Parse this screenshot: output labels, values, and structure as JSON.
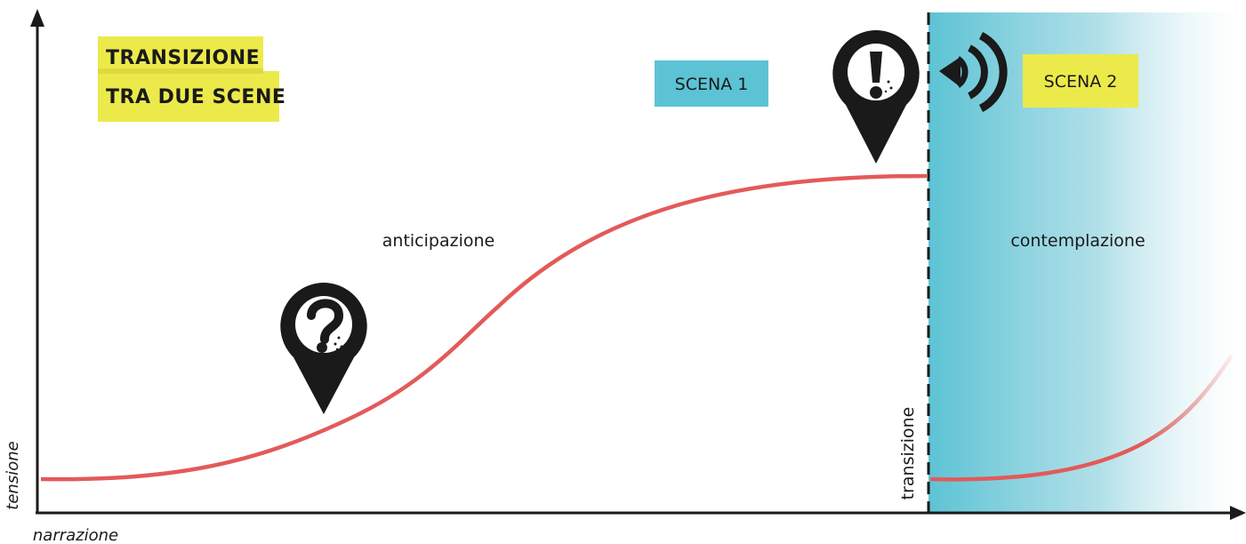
{
  "title": {
    "line1": "TRANSIZIONE",
    "line2": "TRA DUE SCENE",
    "highlight_color": "#ecea4a"
  },
  "scenes": {
    "scene1": {
      "label": "SCENA 1",
      "color": "#5cc3d4"
    },
    "scene2": {
      "label": "SCENA 2",
      "color": "#ecea4a"
    }
  },
  "phases": {
    "anticipation": "anticipazione",
    "contemplation": "contemplazione",
    "transition": "transizione"
  },
  "axes": {
    "y_label": "tensione",
    "x_label": "narrazione"
  },
  "colors": {
    "curve": "#e35a5a",
    "gradient": "#5cc3d4",
    "axis": "#1a1a1a",
    "pin": "#1a1a1a"
  },
  "icons": {
    "question_pin": "question-mark-map-pin",
    "exclamation_pin": "exclamation-mark-map-pin",
    "sound": "sound-waves"
  }
}
